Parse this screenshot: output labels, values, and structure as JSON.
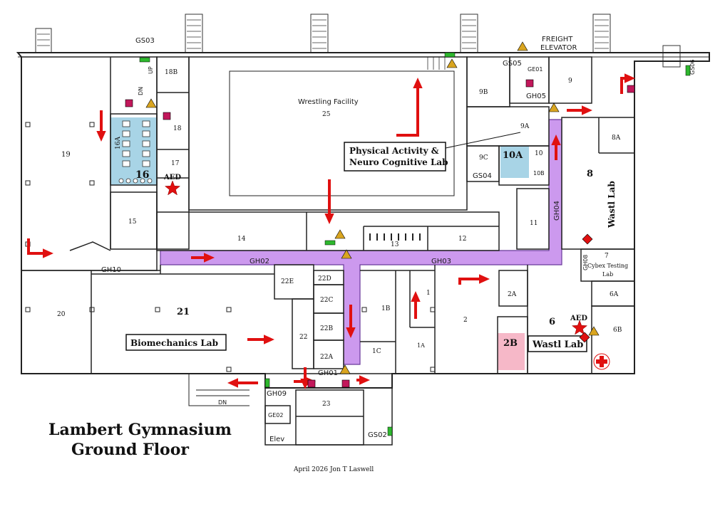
{
  "title_line1": "Lambert Gymnasium",
  "title_line2": "Ground Floor",
  "credit": "April 2026 Jon T Laswell",
  "colors": {
    "corridor": "#cc99ee",
    "restroom": "#a8d4e6",
    "room2b": "#f6b8c8",
    "arrow": "#e01010",
    "parking": "#c2185b",
    "door_green": "#2eb82e",
    "extinguisher": "#d9a520",
    "aed_star": "#e01010",
    "firstaid": "#e01010"
  },
  "labels": {
    "gs03": "GS03",
    "freight1": "FREIGHT",
    "freight2": "ELEVATOR",
    "gs05": "GS05",
    "ge01": "GE01",
    "gh05": "GH05",
    "gs06": "GS06",
    "r18b": "18B",
    "r18": "18",
    "r17": "17",
    "r19": "19",
    "r16a": "16A",
    "r16": "16",
    "aed1": "AED",
    "r15": "15",
    "wrestling": "Wrestling Facility",
    "r25": "25",
    "r9b": "9B",
    "r9": "9",
    "r9a": "9A",
    "r9c": "9C",
    "r10a": "10A",
    "r10": "10",
    "r10b": "10B",
    "gs04": "GS04",
    "r8a": "8A",
    "r8": "8",
    "wastl_lab_v": "Wastl Lab",
    "pa_line1": "Physical Activity &",
    "pa_line2": "Neuro Cognitive Lab",
    "r14": "14",
    "r13": "13",
    "r12": "12",
    "r11": "11",
    "gh04": "GH04",
    "gh02": "GH02",
    "gh03": "GH03",
    "gh10": "GH10",
    "gh08": "GH08",
    "r7": "7",
    "cybex1": "Cybex Testing",
    "cybex2": "Lab",
    "r6a": "6A",
    "r6": "6",
    "aed2": "AED",
    "r6b": "6B",
    "wastl_lab": "Wastl Lab",
    "r2a": "2A",
    "r2": "2",
    "r2b": "2B",
    "r22e": "22E",
    "r22d": "22D",
    "r22c": "22C",
    "r22b": "22B",
    "r22a": "22A",
    "r22": "22",
    "r1b": "1B",
    "r1": "1",
    "r1a": "1A",
    "r1c": "1C",
    "r20": "20",
    "r21": "21",
    "biomech": "Biomechanics Lab",
    "gh01": "GH01",
    "gh09": "GH09",
    "ge02": "GE02",
    "elev": "Elev",
    "r23": "23",
    "gs02": "GS02",
    "dn1": "DN",
    "dn2": "DN",
    "up": "UP"
  }
}
